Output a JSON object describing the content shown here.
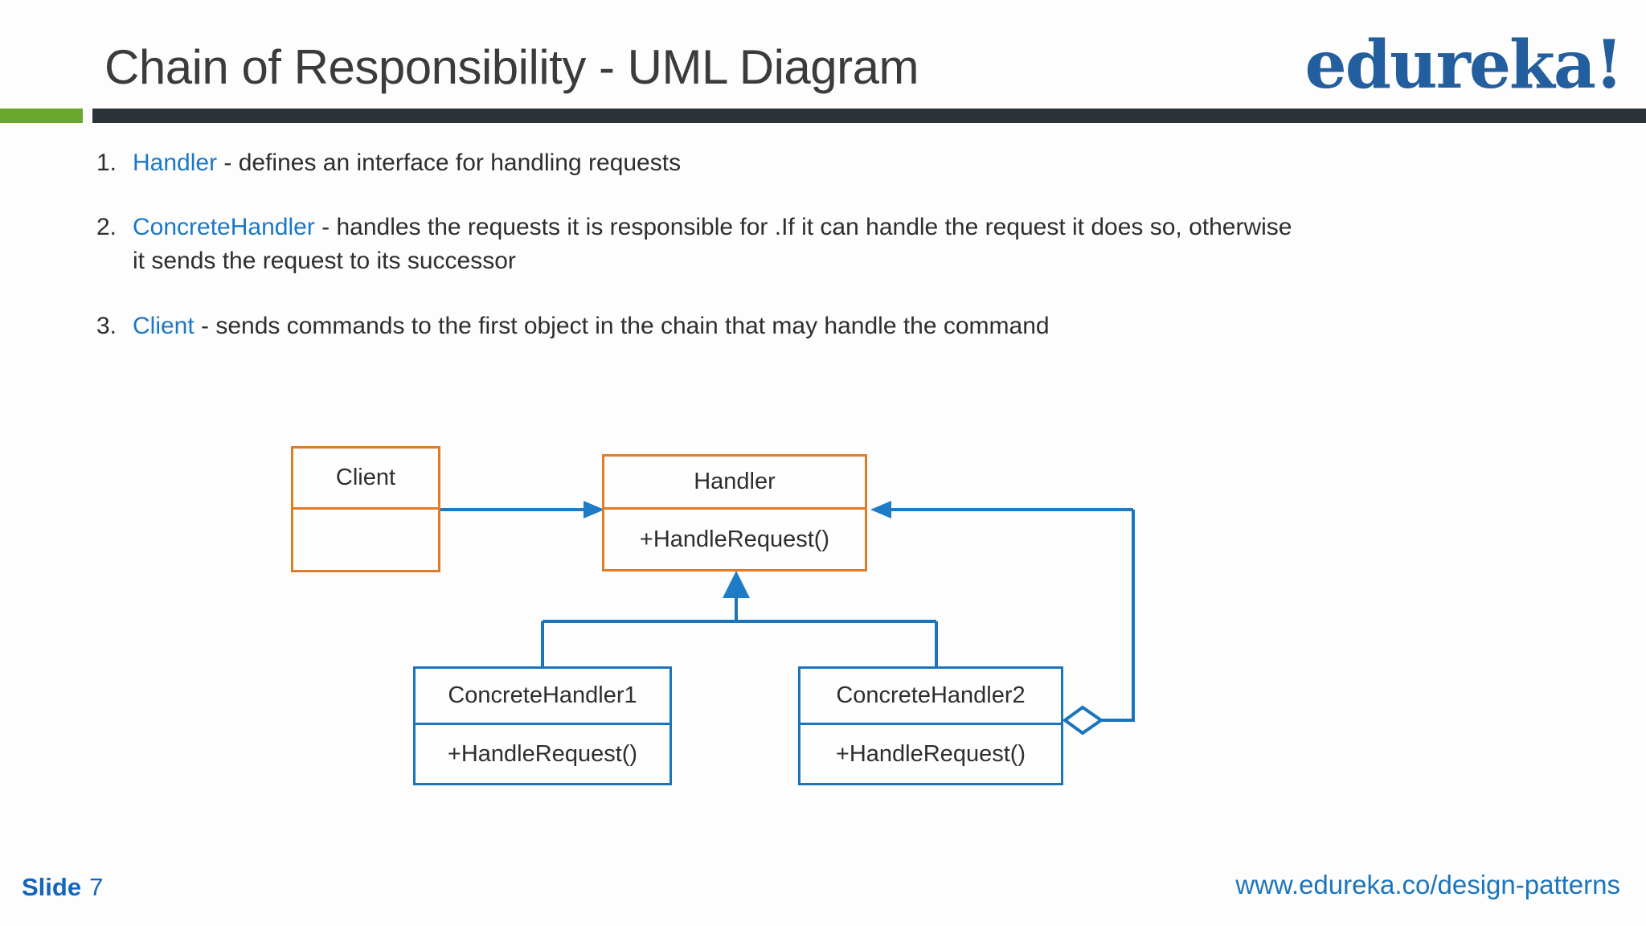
{
  "header": {
    "title": "Chain of Responsibility - UML Diagram",
    "logo_text": "edureka!"
  },
  "list": {
    "items": [
      {
        "num": "1.",
        "term": "Handler",
        "rest": " - defines an interface for handling requests"
      },
      {
        "num": "2.",
        "term": "ConcreteHandler",
        "rest": " - handles the requests it is responsible for .If it can handle the request it does so, otherwise\nit sends the request to its successor"
      },
      {
        "num": "3.",
        "term": "Client",
        "rest": " - sends commands to the first object in the chain that may handle the command"
      }
    ]
  },
  "diagram": {
    "nodes": [
      {
        "id": "client",
        "title": "Client",
        "method": ""
      },
      {
        "id": "handler",
        "title": "Handler",
        "method": "+HandleRequest()"
      },
      {
        "id": "concrete-handler-1",
        "title": "ConcreteHandler1",
        "method": "+HandleRequest()"
      },
      {
        "id": "concrete-handler-2",
        "title": "ConcreteHandler2",
        "method": "+HandleRequest()"
      }
    ],
    "relations": [
      "Client -> Handler (association arrow)",
      "ConcreteHandler1 -|> Handler (generalization)",
      "ConcreteHandler2 -|> Handler (generalization)",
      "ConcreteHandler2 o-> Handler (aggregation successor loop)"
    ]
  },
  "footer": {
    "slide_label": "Slide",
    "slide_number": "7",
    "url": "www.edureka.co/design-patterns"
  },
  "colors": {
    "accent_green": "#69a82d",
    "bar_dark": "#2e3338",
    "uml_orange": "#e07b27",
    "uml_blue": "#1b75bc",
    "link_blue": "#1b78c6",
    "logo_blue": "#235e9e",
    "title_gray": "#3b3b3b",
    "body_text": "#2e2e2e"
  }
}
